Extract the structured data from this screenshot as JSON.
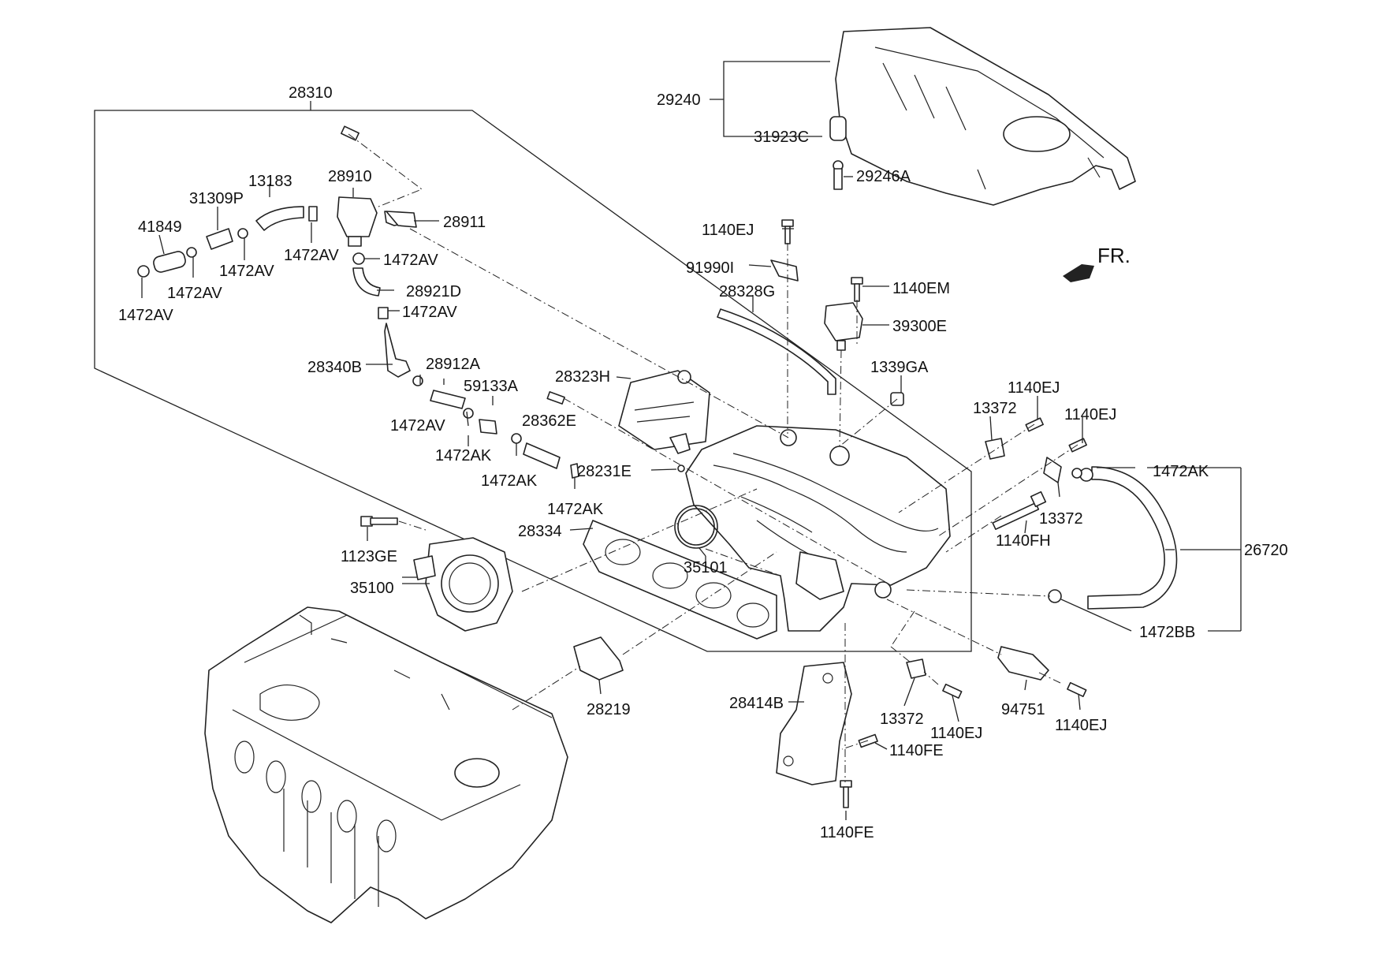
{
  "diagram": {
    "direction_label": "FR.",
    "callouts": {
      "c28310": "28310",
      "c29240": "29240",
      "c31923C": "31923C",
      "c29246A": "29246A",
      "c13183": "13183",
      "c28910": "28910",
      "c31309P": "31309P",
      "c41849": "41849",
      "c28911": "28911",
      "c1472AV_a": "1472AV",
      "c1472AV_b": "1472AV",
      "c1472AV_c": "1472AV",
      "c1472AV_d": "1472AV",
      "c1472AV_e": "1472AV",
      "c1472AV_f": "1472AV",
      "c1472AV_g": "1472AV",
      "c28921D": "28921D",
      "c1140EJ_top": "1140EJ",
      "c91990I": "91990I",
      "c28328G": "28328G",
      "c1140EM": "1140EM",
      "c39300E": "39300E",
      "c28340B": "28340B",
      "c28912A": "28912A",
      "c59133A": "59133A",
      "c28323H": "28323H",
      "c1339GA": "1339GA",
      "c13372_a": "13372",
      "c1140EJ_a": "1140EJ",
      "c1140EJ_b": "1140EJ",
      "c28362E": "28362E",
      "c1472AK_a": "1472AK",
      "c1472AK_b": "1472AK",
      "c28231E": "28231E",
      "c1472AK_c": "1472AK",
      "c1472AK_d": "1472AK",
      "c13372_b": "13372",
      "c28334": "28334",
      "c1140FH": "1140FH",
      "c26720": "26720",
      "c1123GE": "1123GE",
      "c35101": "35101",
      "c35100": "35100",
      "c1472BB": "1472BB",
      "c28219": "28219",
      "c28414B": "28414B",
      "c94751": "94751",
      "c13372_c": "13372",
      "c1140EJ_c": "1140EJ",
      "c1140EJ_d": "1140EJ",
      "c1140FE_a": "1140FE",
      "c1140FE_b": "1140FE"
    }
  }
}
